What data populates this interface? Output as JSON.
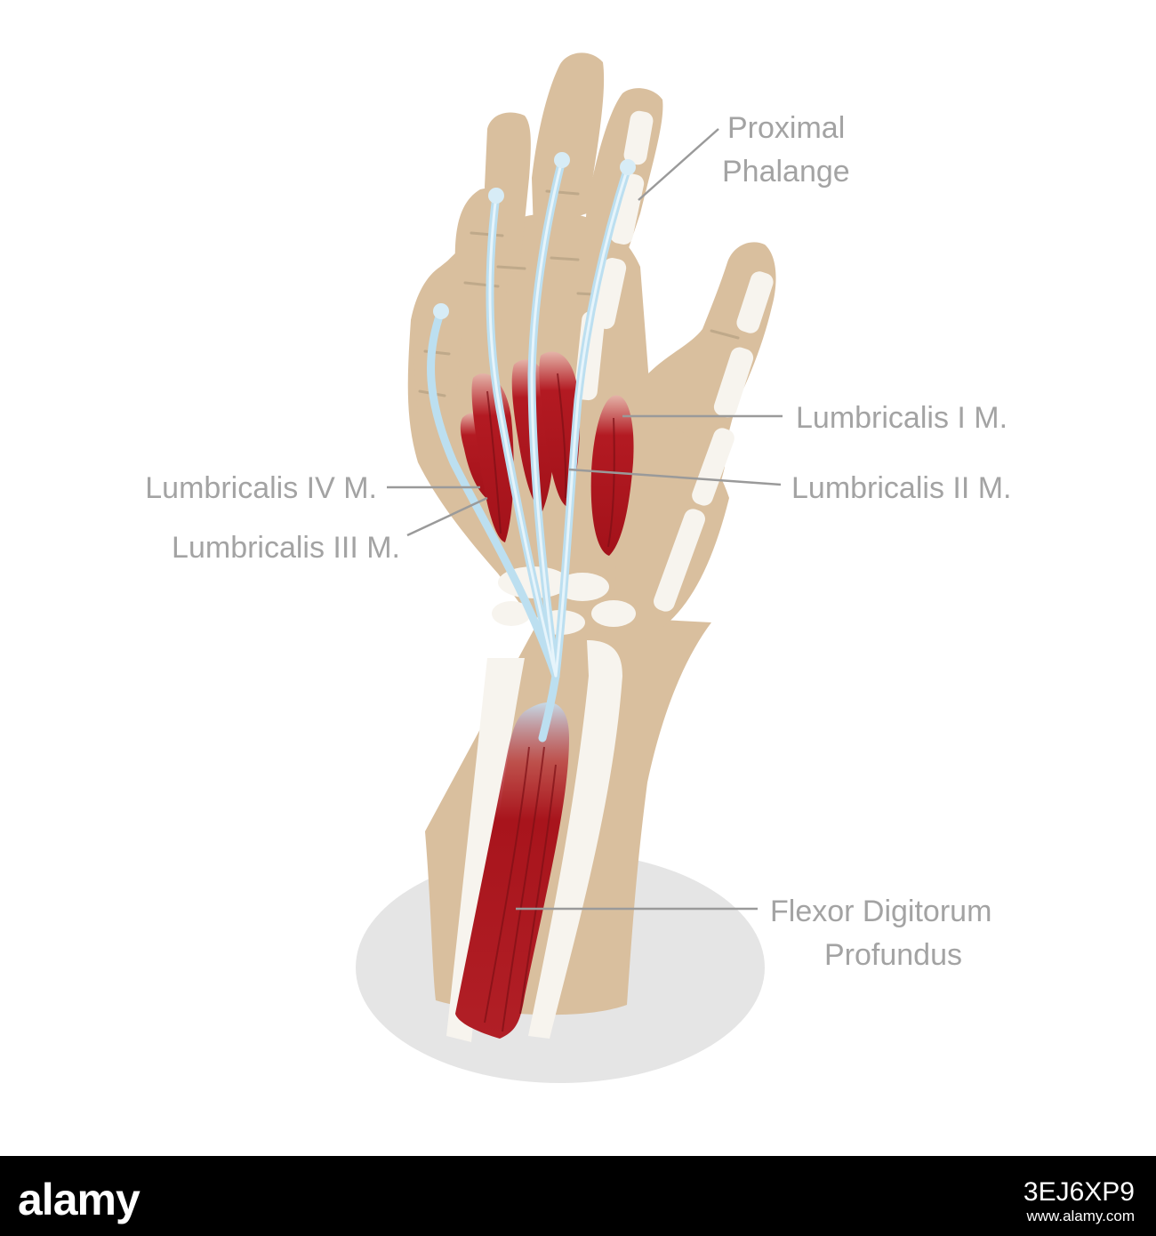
{
  "labels": {
    "proximal_phalange_1": "Proximal",
    "proximal_phalange_2": "Phalange",
    "lumbricalis_i": "Lumbricalis I M.",
    "lumbricalis_ii": "Lumbricalis II M.",
    "lumbricalis_iii": "Lumbricalis III M.",
    "lumbricalis_iv": "Lumbricalis IV M.",
    "flexor_1": "Flexor Digitorum",
    "flexor_2": "Profundus"
  },
  "footer": {
    "logo": "alamy",
    "image_id": "3EJ6XP9",
    "url": "www.alamy.com"
  },
  "colors": {
    "skin": "#d9bf9e",
    "muscle": "#b11f26",
    "tendon": "#bcdff0",
    "bone": "#f7f4ee",
    "label": "#a3a3a3",
    "shadow": "#e5e5e5"
  }
}
